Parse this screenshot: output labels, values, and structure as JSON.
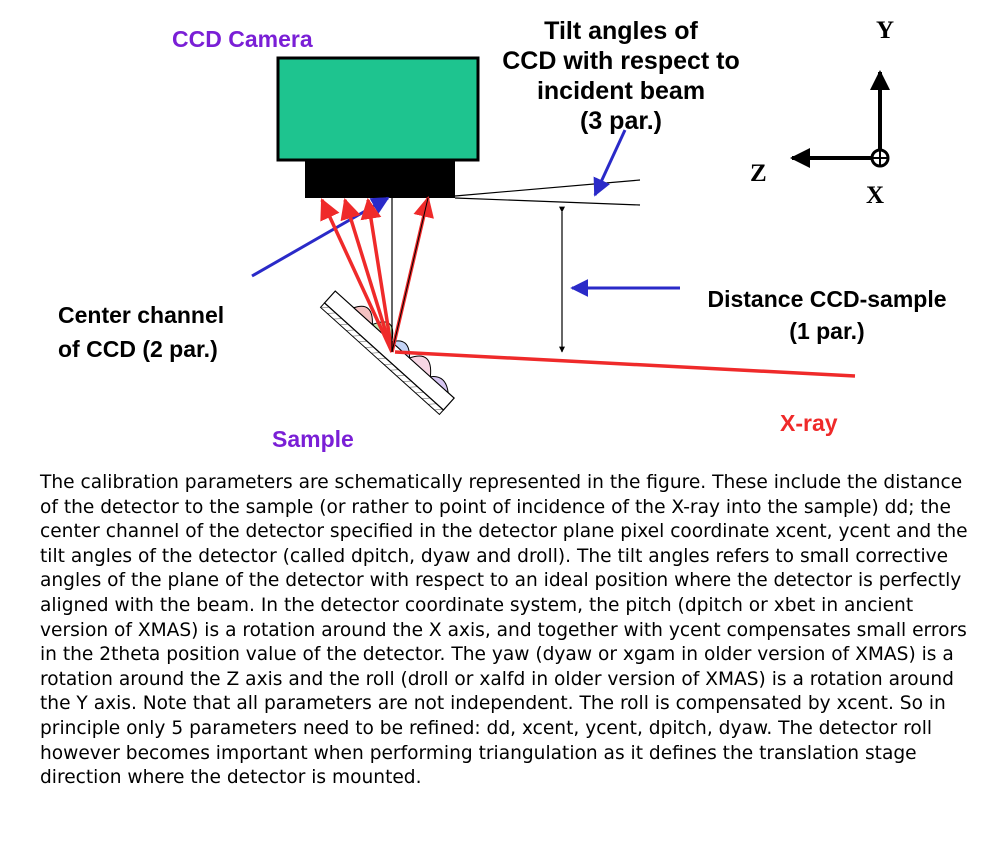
{
  "labels": {
    "ccd_camera": "CCD Camera",
    "tilt_lines": [
      "Tilt angles of",
      "CCD with respect to",
      "incident beam",
      "(3 par.)"
    ],
    "axis_y": "Y",
    "axis_z": "Z",
    "axis_x": "X",
    "distance_lines": [
      "Distance CCD-sample",
      "(1 par.)"
    ],
    "center_lines": [
      "Center channel",
      "of CCD (2 par.)"
    ],
    "xray": "X-ray",
    "sample": "Sample"
  },
  "caption": "The calibration parameters are schematically represented in the figure. These include the distance of the detector to the sample (or rather to point of incidence of the X-ray into the sample) dd; the center channel of the detector specified in the detector plane pixel coordinate xcent, ycent and the tilt angles of the detector (called dpitch, dyaw and droll). The tilt angles refers to small corrective angles of the plane of the detector with respect to an ideal position where the detector is perfectly aligned with the beam. In the detector coordinate system, the pitch (dpitch or xbet in ancient version of XMAS) is a rotation around the X axis, and together with ycent compensates small errors in the 2theta position value of the detector. The yaw (dyaw or xgam in older version of XMAS) is a rotation around the Z axis and the roll (droll or xalfd in older version of XMAS) is a rotation around the Y axis. Note that all parameters are not independent. The roll is compensated by xcent. So in principle only 5 parameters need to be refined: dd, xcent, ycent, dpitch, dyaw. The detector roll however becomes important when performing triangulation as it defines the translation stage direction where the detector is mounted.",
  "colors": {
    "camera_body": "#1ec48f",
    "camera_lens": "#000000",
    "label_purple": "#7a1fd6",
    "xray_red": "#ef2a2a",
    "arrow_blue": "#2a2ac8"
  }
}
